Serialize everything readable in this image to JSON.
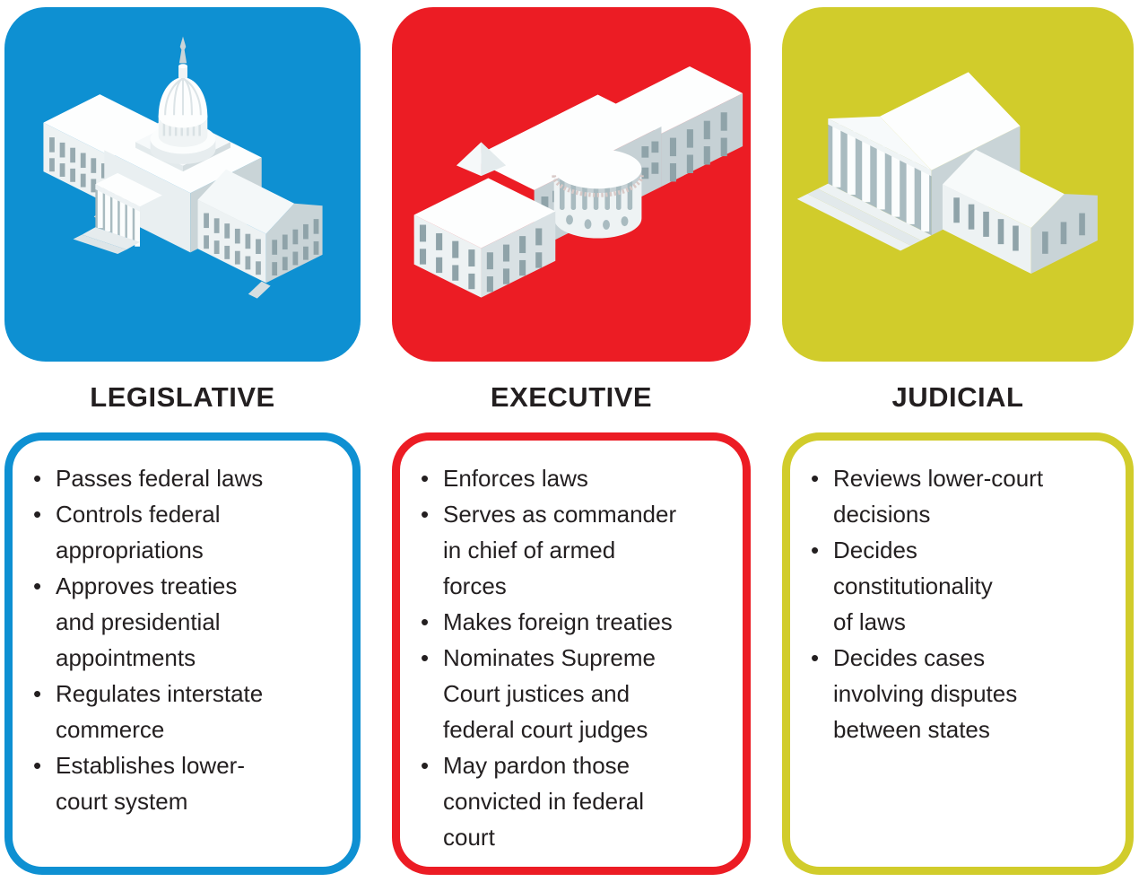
{
  "glyphs": {
    "bullet": "•"
  },
  "colors": {
    "legislative_blue": "#0E90D2",
    "executive_red": "#EC1C24",
    "judicial_yellow": "#D1CC2B",
    "text": "#231F20",
    "background": "#FFFFFF"
  },
  "columns": [
    {
      "id": "legislative",
      "title": "LEGISLATIVE",
      "accent": "#0E90D2",
      "icon_label": "capitol-building",
      "bullets": [
        "Passes federal laws",
        "Controls federal\nappropriations",
        "Approves treaties\nand presidential\nappointments",
        "Regulates interstate\ncommerce",
        "Establishes lower-\ncourt system"
      ]
    },
    {
      "id": "executive",
      "title": "EXECUTIVE",
      "accent": "#EC1C24",
      "icon_label": "white-house",
      "bullets": [
        "Enforces laws",
        "Serves as commander\nin chief of armed\nforces",
        "Makes foreign treaties",
        "Nominates Supreme\nCourt justices and\nfederal court judges",
        "May pardon those\nconvicted in federal\ncourt"
      ]
    },
    {
      "id": "judicial",
      "title": "JUDICIAL",
      "accent": "#D1CC2B",
      "icon_label": "supreme-court-building",
      "bullets": [
        "Reviews lower-court\ndecisions",
        "Decides\nconstitutionality\nof laws",
        "Decides cases\ninvolving disputes\nbetween states"
      ]
    }
  ]
}
